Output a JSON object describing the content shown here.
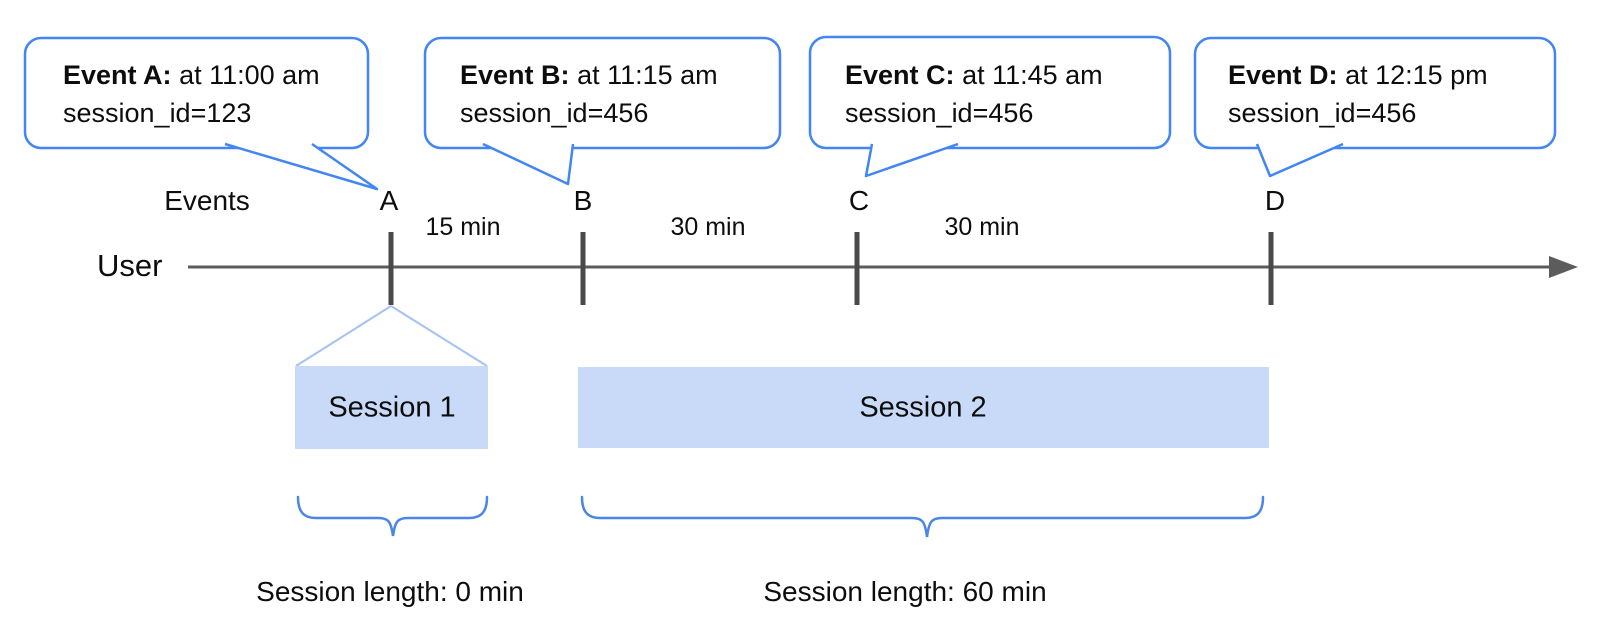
{
  "diagram": {
    "events_label": "Events",
    "user_label": "User",
    "bubbles": [
      {
        "title": "Event A:",
        "time": "at 11:00 am",
        "session": "session_id=123",
        "marker": "A"
      },
      {
        "title": "Event B:",
        "time": "at 11:15 am",
        "session": "session_id=456",
        "marker": "B"
      },
      {
        "title": "Event C:",
        "time": "at 11:45 am",
        "session": "session_id=456",
        "marker": "C"
      },
      {
        "title": "Event D:",
        "time": "at 12:15 pm",
        "session": "session_id=456",
        "marker": "D"
      }
    ],
    "intervals": [
      "15 min",
      "30 min",
      "30 min"
    ],
    "sessions": [
      {
        "label": "Session 1",
        "length_label": "Session length: 0 min"
      },
      {
        "label": "Session 2",
        "length_label": "Session length: 60 min"
      }
    ],
    "colors": {
      "bubble_border": "#4285f4",
      "session_fill": "#c9daf8",
      "funnel_line": "#a4c2f4",
      "brace": "#4a86e8",
      "timeline": "#5c5c5c",
      "tick": "#4a4a4a"
    }
  }
}
